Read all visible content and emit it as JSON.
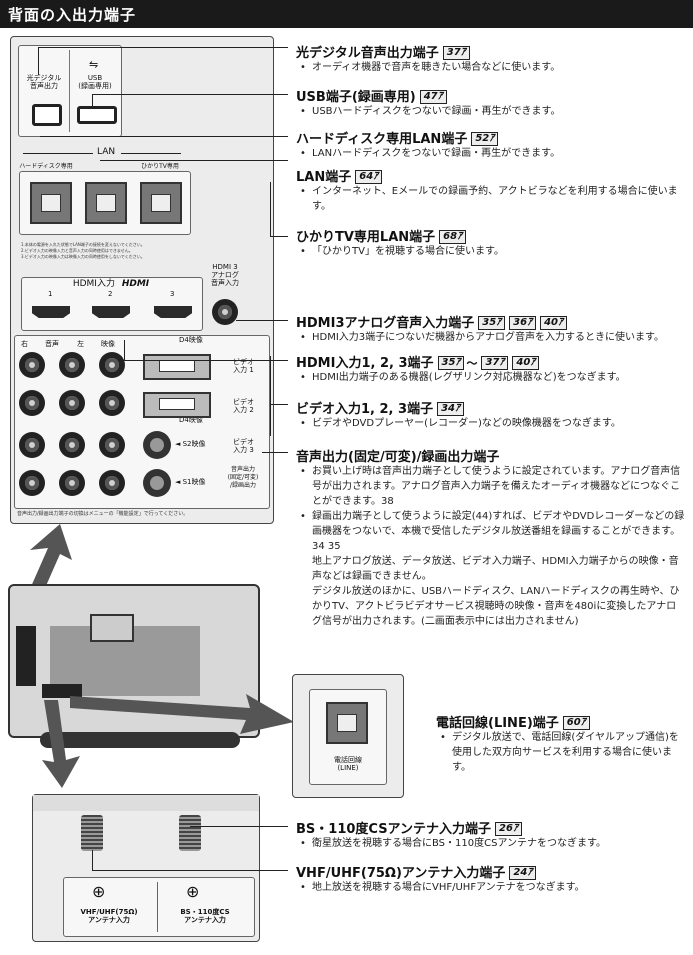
{
  "section_title": "背面の入出力端子",
  "panel": {
    "optical_label": "光デジタル\n音声出力",
    "usb_label": "USB\n(録画専用)",
    "lan_label": "LAN",
    "hdd_lan_label": "ハードディスク専用",
    "hikari_label": "ひかりTV専用",
    "notes": "1.本体の電源を入れた状態でLAN端子の接続を変えないでください。\n2.ビデオ入力の映像入力と音声入力の同時使用はできません。\n3.ビデオ入力の映像入力は映像入力の同時使用をしないでください。",
    "hdmi3_audio_label": "HDMI 3\nアナログ\n音声入力",
    "hdmi_in_label": "HDMI入力",
    "hdmi_logo": "HDMI",
    "hdmi_nums": [
      "1",
      "2",
      "3"
    ],
    "right_label": "右",
    "audio_label": "音声",
    "left_label": "左",
    "video_label": "映像",
    "d4_label_1": "D4映像",
    "d4_label_2": "D4映像",
    "video_in_1": "ビデオ\n入力 1",
    "video_in_2": "ビデオ\n入力 2",
    "video_in_3": "ビデオ\n入力 3",
    "s2_label": "◄ S2映像",
    "s1_label": "◄ S1映像",
    "audio_out_label": "音声出力\n(固定/可変)\n/録画出力",
    "bottom_note": "音声出力/録画出力端子の切換はメニューの「機能設定」で行ってください。"
  },
  "phone_panel": {
    "label": "電話回線\n(LINE)"
  },
  "antenna_panel": {
    "vhf_label": "VHF/UHF(75Ω)\nアンテナ入力",
    "bs_label": "BS・110度CS\nアンテナ入力"
  },
  "items": [
    {
      "title": "光デジタル音声出力端子",
      "refs": [
        "37"
      ],
      "desc": [
        "オーディオ機器で音声を聴きたい場合などに使います。"
      ]
    },
    {
      "title": "USB端子(録画専用)",
      "refs": [
        "47"
      ],
      "desc": [
        "USBハードディスクをつないで録画・再生ができます。"
      ]
    },
    {
      "title": "ハードディスク専用LAN端子",
      "refs": [
        "52"
      ],
      "desc": [
        "LANハードディスクをつないで録画・再生ができます。"
      ]
    },
    {
      "title": "LAN端子",
      "refs": [
        "64"
      ],
      "desc": [
        "インターネット、Eメールでの録画予約、アクトビラなどを利用する場合に使います。"
      ]
    },
    {
      "title": "ひかりTV専用LAN端子",
      "refs": [
        "68"
      ],
      "desc": [
        "「ひかりTV」を視聴する場合に使います。"
      ]
    },
    {
      "title": "HDMI3アナログ音声入力端子",
      "refs": [
        "35",
        "36",
        "40"
      ],
      "desc": [
        "HDMI入力3端子につないだ機器からアナログ音声を入力するときに使います。"
      ]
    },
    {
      "title": "HDMI入力1, 2, 3端子",
      "refs": [
        "35",
        "〜",
        "37",
        "40"
      ],
      "desc": [
        "HDMI出力端子のある機器(レグザリンク対応機器など)をつなぎます。"
      ]
    },
    {
      "title": "ビデオ入力1, 2, 3端子",
      "refs": [
        "34"
      ],
      "desc": [
        "ビデオやDVDプレーヤー(レコーダー)などの映像機器をつなぎます。"
      ]
    },
    {
      "title": "音声出力(固定/可変)/録画出力端子",
      "refs": [],
      "desc": [
        "お買い上げ時は音声出力端子として使うように設定されています。アナログ音声信号が出力されます。アナログ音声入力端子を備えたオーディオ機器などにつなぐことができます。38",
        "録画出力端子として使うように設定(44)すれば、ビデオやDVDレコーダーなどの録画機器をつないで、本機で受信したデジタル放送番組を録画することができます。34 35"
      ],
      "extra": [
        "地上アナログ放送、データ放送、ビデオ入力端子、HDMI入力端子からの映像・音声などは録画できません。",
        "デジタル放送のほかに、USBハードディスク、LANハードディスクの再生時や、ひかりTV、アクトビラビデオサービス視聴時の映像・音声を480iに変換したアナログ信号が出力されます。(二画面表示中には出力されません)"
      ]
    },
    {
      "title": "電話回線(LINE)端子",
      "refs": [
        "60"
      ],
      "desc": [
        "デジタル放送で、電話回線(ダイヤルアップ通信)を使用した双方向サービスを利用する場合に使います。"
      ]
    },
    {
      "title": "BS・110度CSアンテナ入力端子",
      "refs": [
        "26"
      ],
      "desc": [
        "衛星放送を視聴する場合にBS・110度CSアンテナをつなぎます。"
      ]
    },
    {
      "title": "VHF/UHF(75Ω)アンテナ入力端子",
      "refs": [
        "24"
      ],
      "desc": [
        "地上放送を視聴する場合にVHF/UHFアンテナをつなぎます。"
      ]
    }
  ],
  "bullet": "•",
  "ref_suffix": "ｱ"
}
